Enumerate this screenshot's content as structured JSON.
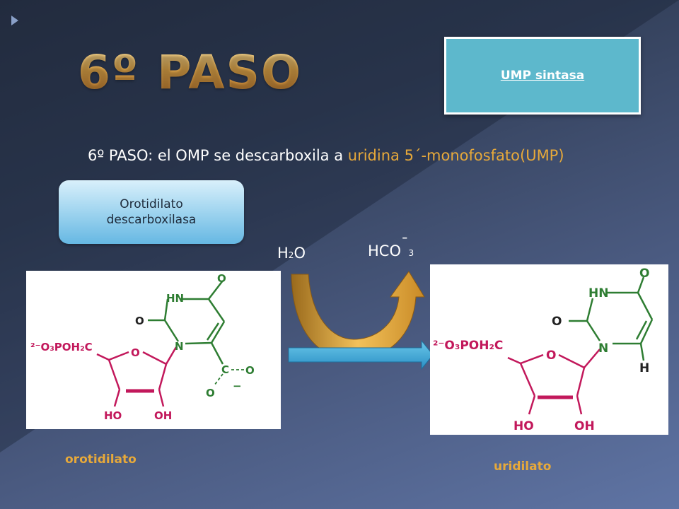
{
  "title": "6º PASO",
  "enzyme_box": {
    "label": "UMP sintasa"
  },
  "subtitle": {
    "part1": "6º PASO: el OMP se descarboxila a ",
    "highlight": "uridina 5´-monofosfato(UMP)"
  },
  "enzyme_pill": {
    "line1": "Orotidilato",
    "line2": "descarboxilasa"
  },
  "reagents": {
    "water": {
      "h": "H",
      "sub": "2",
      "o": "O"
    },
    "bicarbonate": {
      "main": "HCO",
      "charge": "¯",
      "sub": "3"
    }
  },
  "reactant": {
    "name": "orotidilato",
    "labels": {
      "o_top": "O",
      "hn": "HN",
      "o_left": "O",
      "n": "N",
      "ring_o": "O",
      "phosphate": "²⁻O₃POH₂C",
      "ho": "HO",
      "oh": "OH",
      "c": "C",
      "c_o1": "O",
      "c_o2": "O",
      "minus": "−"
    }
  },
  "product": {
    "name": "uridilato",
    "labels": {
      "o_top": "O",
      "hn": "HN",
      "o_left": "O",
      "n": "N",
      "ring_o": "O",
      "phosphate": "²⁻O₃POH₂C",
      "ho": "HO",
      "oh": "OH",
      "h": "H"
    }
  },
  "colors": {
    "accent": "#e7a93a",
    "green": "#2e7d32",
    "magenta": "#c2185b",
    "box": "#5db8cc"
  }
}
